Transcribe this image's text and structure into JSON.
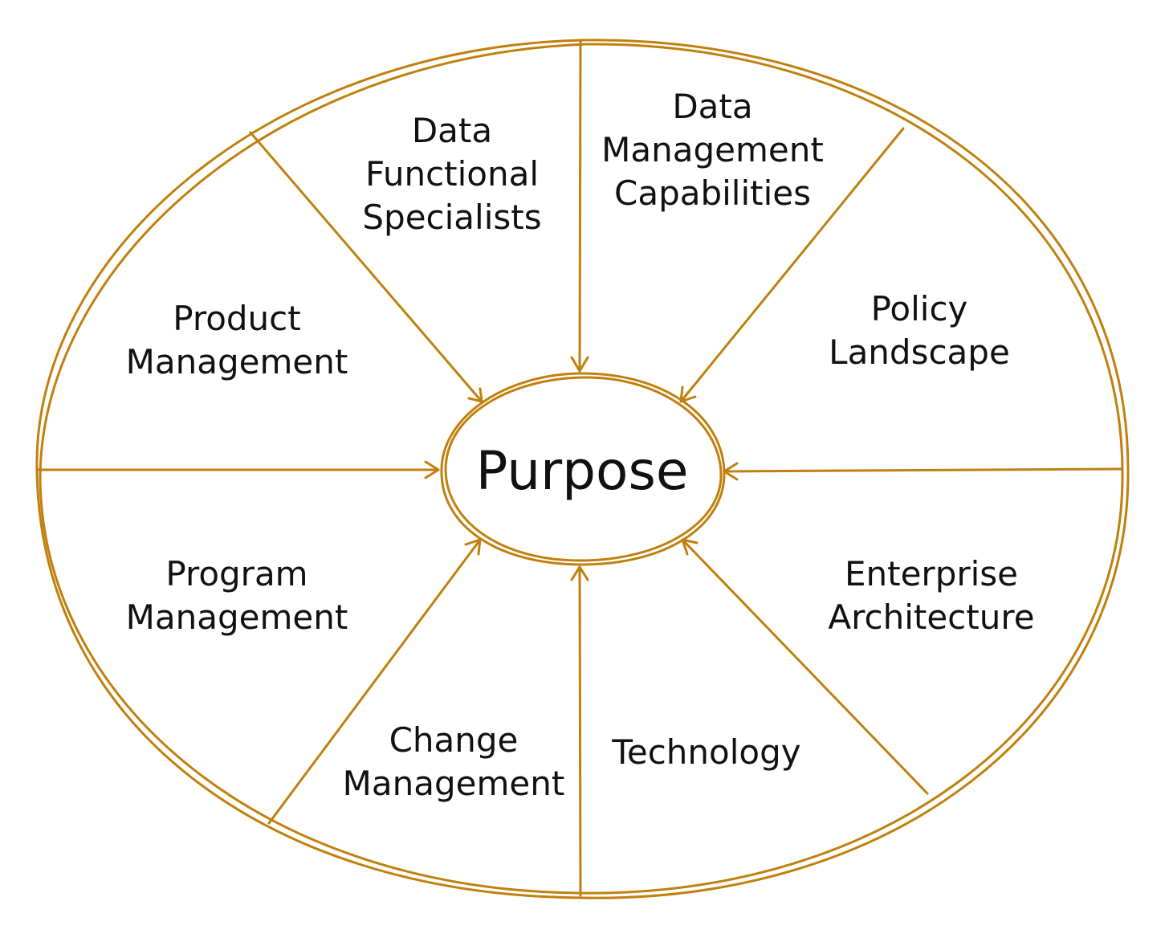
{
  "diagram": {
    "stroke_color": "#c0800e",
    "center": {
      "label": "Purpose"
    },
    "segments": [
      {
        "id": "data-functional-specialists",
        "lines": [
          "Data",
          "Functional",
          "Specialists"
        ]
      },
      {
        "id": "data-management-capabilities",
        "lines": [
          "Data",
          "Management",
          "Capabilities"
        ]
      },
      {
        "id": "policy-landscape",
        "lines": [
          "Policy",
          "Landscape"
        ]
      },
      {
        "id": "enterprise-architecture",
        "lines": [
          "Enterprise",
          "Architecture"
        ]
      },
      {
        "id": "technology",
        "lines": [
          "Technology"
        ]
      },
      {
        "id": "change-management",
        "lines": [
          "Change",
          "Management"
        ]
      },
      {
        "id": "program-management",
        "lines": [
          "Program",
          "Management"
        ]
      },
      {
        "id": "product-management",
        "lines": [
          "Product",
          "Management"
        ]
      }
    ]
  }
}
